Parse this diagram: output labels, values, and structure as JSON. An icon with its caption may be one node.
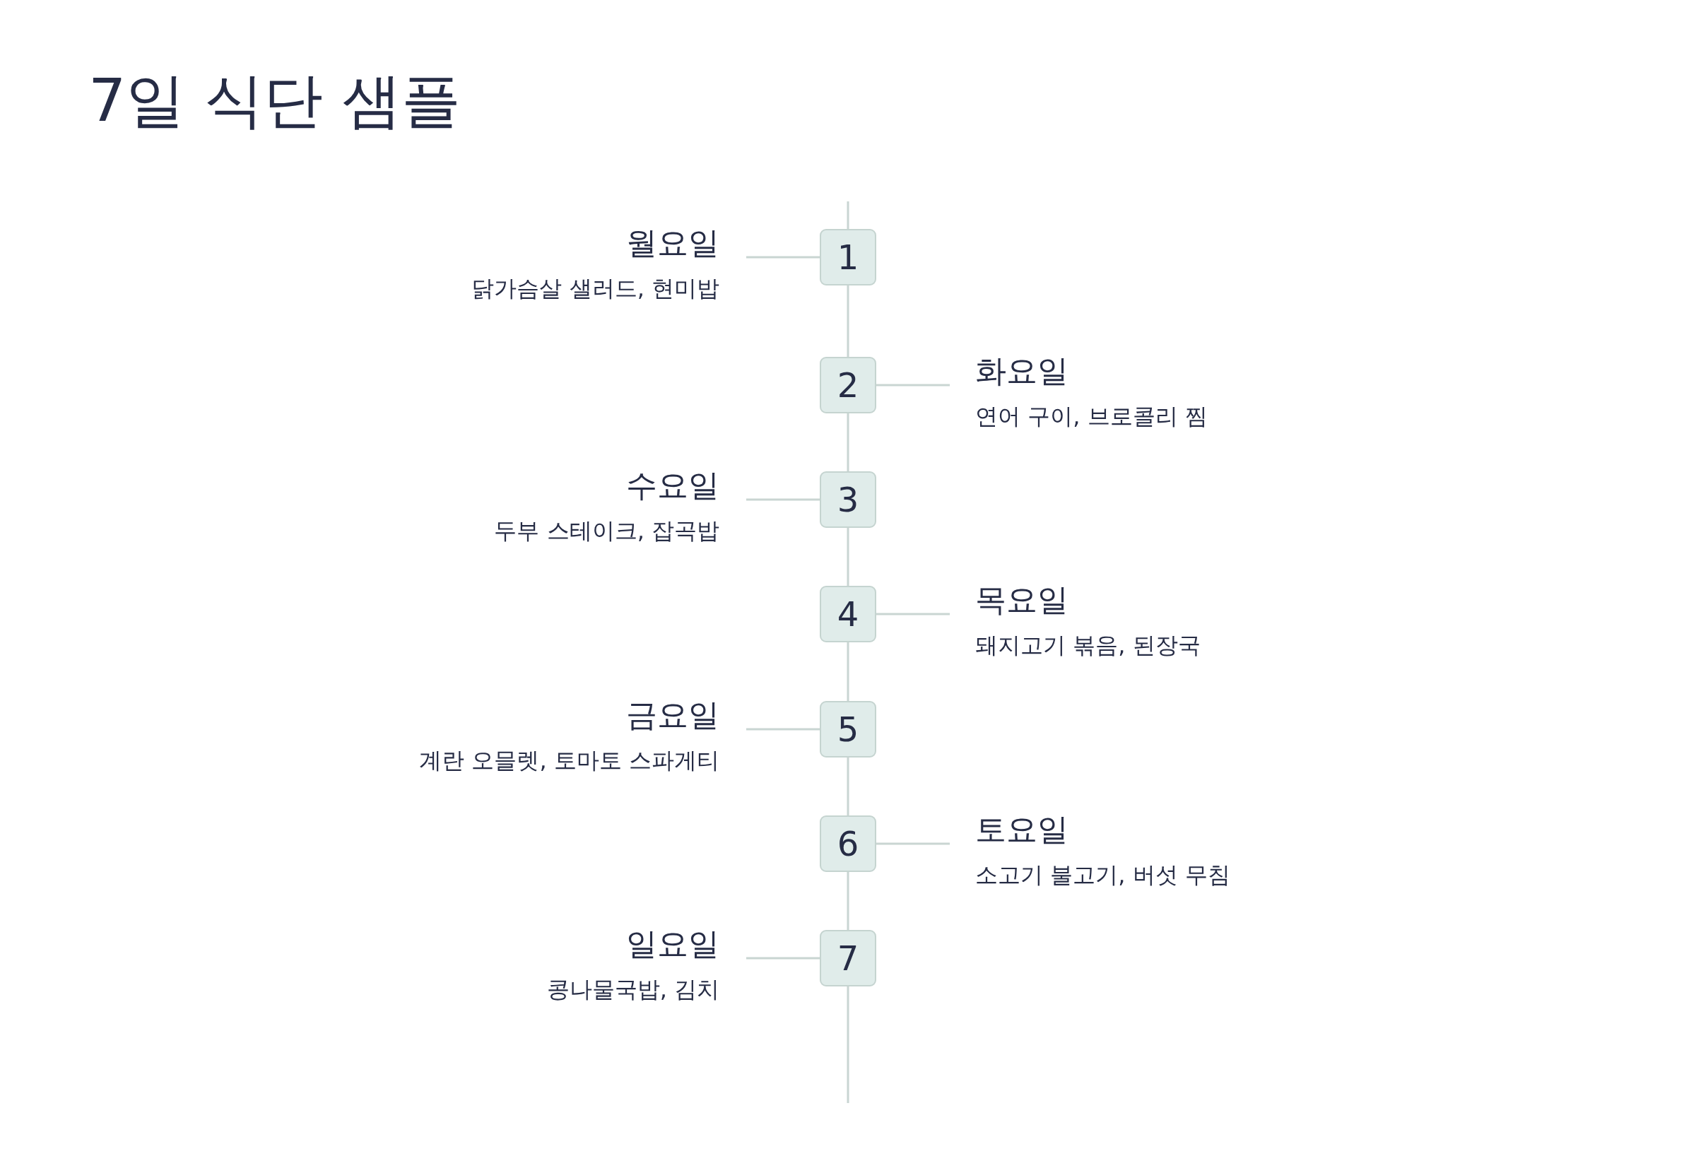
{
  "diagram": {
    "title": "7일 식단 샘플",
    "nodes": [
      {
        "text": [
          "1"
        ]
      },
      {
        "text": [
          "월요일",
          "닭가슴살 샐러드, 현미밥"
        ]
      },
      {
        "text": [
          "2"
        ]
      },
      {
        "text": [
          "화요일",
          "연어 구이, 브로콜리 찜"
        ]
      },
      {
        "text": [
          "3"
        ]
      },
      {
        "text": [
          "수요일",
          "두부 스테이크, 잡곡밥"
        ]
      },
      {
        "text": [
          "4"
        ]
      },
      {
        "text": [
          "목요일",
          "돼지고기 볶음, 된장국"
        ]
      },
      {
        "text": [
          "5"
        ]
      },
      {
        "text": [
          "금요일",
          "계란 오믈렛, 토마토 스파게티"
        ]
      },
      {
        "text": [
          "6"
        ]
      },
      {
        "text": [
          "토요일",
          "소고기 불고기, 버섯 무침"
        ]
      },
      {
        "text": [
          "7"
        ]
      },
      {
        "text": [
          "일요일",
          "콩나물국밥, 김치"
        ]
      }
    ],
    "edges": [
      {
        "from": 1,
        "to": 0,
        "arrow": "none"
      },
      {
        "from": 0,
        "to": 2,
        "arrow": "none"
      },
      {
        "from": 3,
        "to": 2,
        "arrow": "none"
      },
      {
        "from": 2,
        "to": 4,
        "arrow": "none"
      },
      {
        "from": 5,
        "to": 4,
        "arrow": "none"
      },
      {
        "from": 4,
        "to": 6,
        "arrow": "none"
      },
      {
        "from": 7,
        "to": 6,
        "arrow": "none"
      },
      {
        "from": 6,
        "to": 8,
        "arrow": "none"
      },
      {
        "from": 9,
        "to": 8,
        "arrow": "none"
      },
      {
        "from": 8,
        "to": 10,
        "arrow": "none"
      },
      {
        "from": 11,
        "to": 10,
        "arrow": "none"
      },
      {
        "from": 10,
        "to": 12,
        "arrow": "none"
      },
      {
        "from": 13,
        "to": 12,
        "arrow": "none"
      }
    ]
  }
}
